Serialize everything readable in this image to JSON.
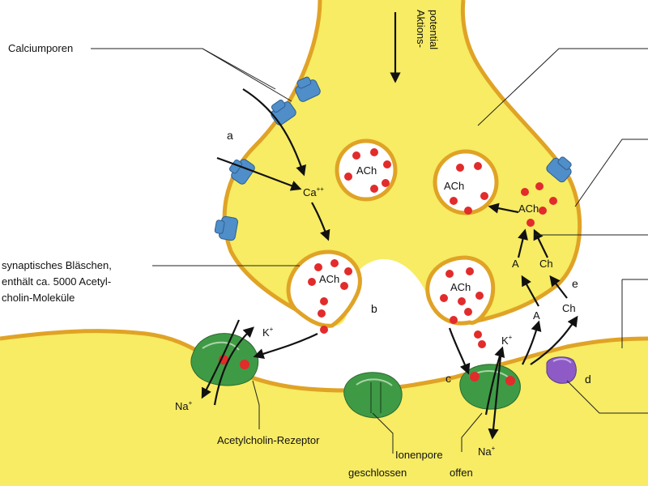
{
  "labels": {
    "calciumporen": "Calciumporen",
    "aktions_line1": "Aktions-",
    "aktions_line2": "potential",
    "a": "a",
    "b": "b",
    "c": "c",
    "d": "d",
    "e": "e",
    "ca": "Ca",
    "ca_sup": "++",
    "ach": "ACh",
    "vesicle_line1": "synaptisches Bläschen,",
    "vesicle_line2": "enthält ca. 5000 Acetyl-",
    "vesicle_line3": "cholin-Moleküle",
    "k": "K",
    "k_sup": "+",
    "na": "Na",
    "na_sup": "+",
    "A": "A",
    "Ch": "Ch",
    "receptor": "Acetylcholin-Rezeptor",
    "ionenpore": "Ionenpore",
    "geschlossen": "geschlossen",
    "offen": "offen"
  },
  "colors": {
    "cytoplasm": "#f7ec63",
    "membrane": "#e0a326",
    "vesicle_inner": "#ffffff",
    "ach_dot": "#e22b2b",
    "calcium_channel": "#4f8ec9",
    "receptor": "#3f9a46",
    "enzyme": "#8e5bc6"
  }
}
